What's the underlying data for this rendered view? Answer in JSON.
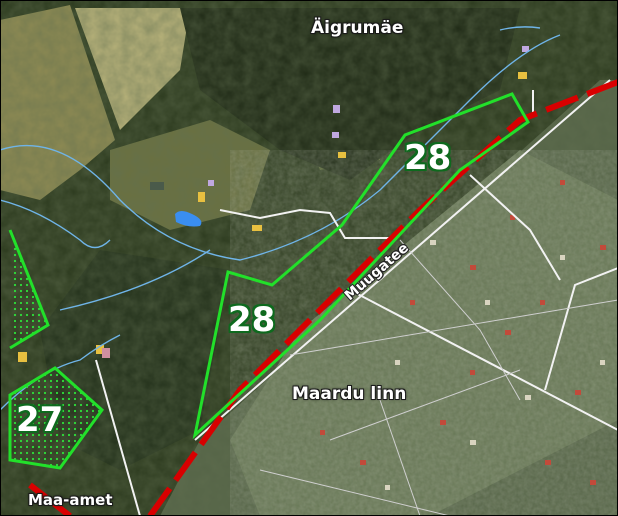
{
  "map": {
    "labels": {
      "village_north": "Äigrumäe",
      "town": "Maardu linn",
      "road": "Muugatee",
      "agency_partial": "Maa-amet"
    },
    "zones": {
      "zone_upper": "28",
      "zone_lower": "28",
      "zone_west": "27"
    },
    "colors": {
      "zone_outline": "#22e02a",
      "railway": "#d80000",
      "road_line": "#f2f2f2",
      "stream": "#6fb4e8"
    }
  }
}
